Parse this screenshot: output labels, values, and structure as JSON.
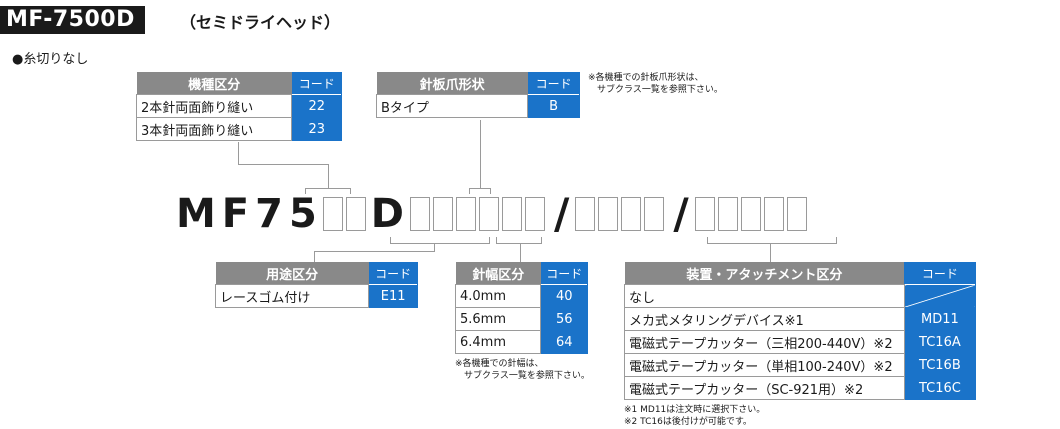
{
  "header": {
    "model": "MF-7500D",
    "model_sub": "（セミドライヘッド）"
  },
  "thread_type": "●糸切りなし",
  "part_number": {
    "prefix": "MF75",
    "mid": "D",
    "separator": "/"
  },
  "code_label": "コード",
  "tables": {
    "model_class": {
      "title": "機種区分",
      "rows": [
        {
          "name": "2本針両面飾り縫い",
          "code": "22"
        },
        {
          "name": "3本針両面飾り縫い",
          "code": "23"
        }
      ]
    },
    "needle_plate": {
      "title": "針板爪形状",
      "rows": [
        {
          "name": "Bタイプ",
          "code": "B"
        }
      ],
      "note": "※各機種での針板爪形状は、\n　サブクラス一覧を参照下さい。"
    },
    "usage": {
      "title": "用途区分",
      "rows": [
        {
          "name": "レースゴム付け",
          "code": "E11"
        }
      ]
    },
    "needle_gauge": {
      "title": "針幅区分",
      "rows": [
        {
          "name": "4.0mm",
          "code": "40"
        },
        {
          "name": "5.6mm",
          "code": "56"
        },
        {
          "name": "6.4mm",
          "code": "64"
        }
      ],
      "note": "※各機種での針幅は、\n　サブクラス一覧を参照下さい。"
    },
    "device": {
      "title": "装置・アタッチメント区分",
      "rows": [
        {
          "name": "なし",
          "code": ""
        },
        {
          "name": "メカ式メタリングデバイス※1",
          "code": "MD11"
        },
        {
          "name": "電磁式テープカッター（三相200-440V）※2",
          "code": "TC16A"
        },
        {
          "name": "電磁式テープカッター（単相100-240V）※2",
          "code": "TC16B"
        },
        {
          "name": "電磁式テープカッター（SC-921用）※2",
          "code": "TC16C"
        }
      ],
      "notes": [
        "※1 MD11は注文時に選択下さい。",
        "※2 TC16は後付けが可能です。"
      ]
    }
  },
  "colors": {
    "code_blue": "#1a73c9",
    "header_gray": "#898989",
    "badge_black": "#1a1a1a"
  }
}
